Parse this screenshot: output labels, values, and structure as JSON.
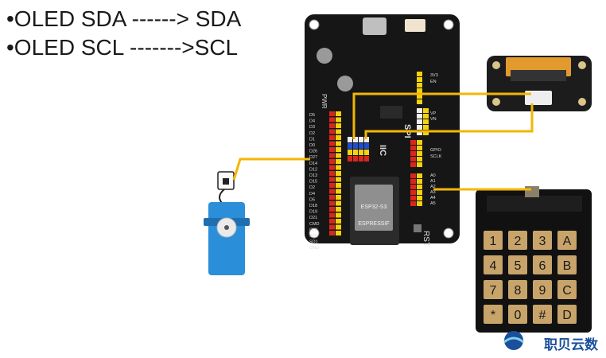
{
  "notes": [
    "•OLED SDA ------> SDA",
    "•OLED SCL ------->SCL"
  ],
  "board": {
    "module_label": "ESP32-S3",
    "module_marking": "ESPRESSIF",
    "left_header_labels": [
      "D5",
      "D4",
      "D3",
      "D2",
      "D1",
      "D0",
      "D26",
      "D27",
      "D14",
      "D12",
      "D13",
      "D15",
      "D2",
      "D4",
      "D5",
      "D18",
      "D19",
      "D21",
      "CMD",
      "CLK",
      "SD0",
      "SD1",
      "GND"
    ],
    "right_header_labels": [
      "3V3",
      "EN",
      "VP",
      "VN",
      "GPIO",
      "SCLK",
      "A0",
      "A1",
      "A2",
      "A3",
      "A4",
      "A5"
    ],
    "pwr_label": "PWR",
    "iic_label": "IIC",
    "spi_label": "SPI",
    "rst_label": "RST"
  },
  "keypad": {
    "keys": [
      "1",
      "2",
      "3",
      "A",
      "4",
      "5",
      "6",
      "B",
      "7",
      "8",
      "9",
      "C",
      "*",
      "0",
      "#",
      "D"
    ]
  },
  "watermark": {
    "text": "职贝云数"
  },
  "colors": {
    "wire": "#f2b705",
    "board": "#161616",
    "keypad_key": "#c8a46a",
    "header_red": "#d9261c",
    "header_yellow": "#f5d10f",
    "header_blue": "#1f4fd1",
    "header_white": "#f0f0f0",
    "servo_blue": "#2a8fd8",
    "brand": "#1b4f9c"
  }
}
